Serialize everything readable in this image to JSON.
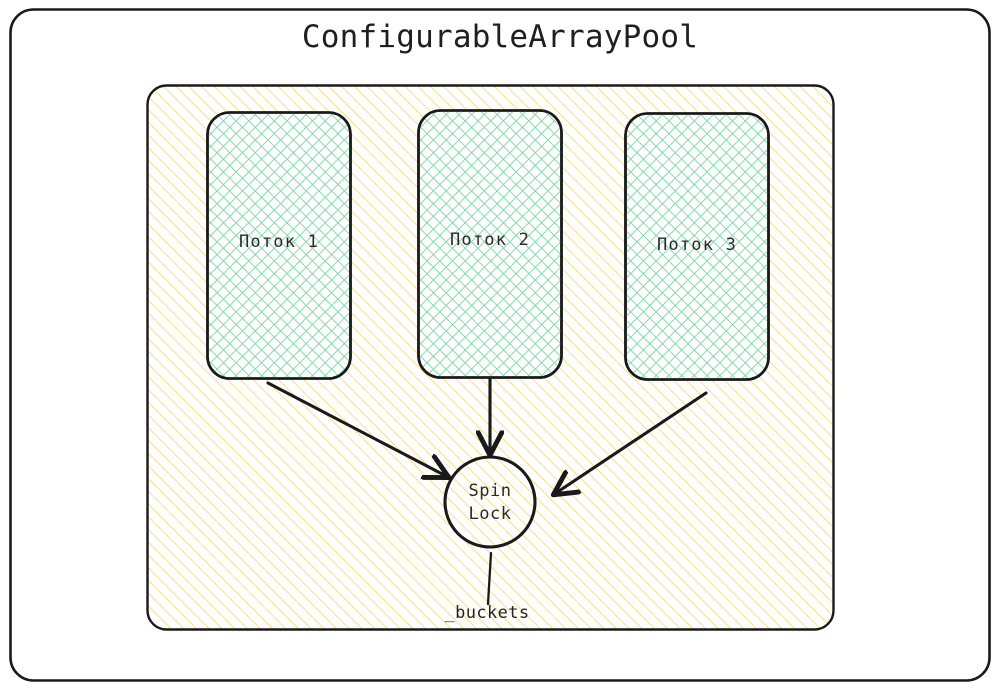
{
  "diagram": {
    "type": "concurrency-architecture-diagram",
    "title": "ConfigurableArrayPool",
    "outer_container": {
      "name": "ConfigurableArrayPool",
      "stroke_color": "#1a1a1a",
      "fill_color": "#ffffff"
    },
    "inner_container": {
      "name": "buckets-region",
      "fill_pattern": "diagonal-hatch",
      "hatch_color": "#f9d96a",
      "stroke_color": "#1a1a1a"
    },
    "threads": [
      {
        "label": "Поток 1",
        "fill_pattern": "cross-hatch",
        "hatch_color": "#7ad6a4"
      },
      {
        "label": "Поток 2",
        "fill_pattern": "cross-hatch",
        "hatch_color": "#7ad6a4"
      },
      {
        "label": "Поток 3",
        "fill_pattern": "cross-hatch",
        "hatch_color": "#7ad6a4"
      }
    ],
    "lock_node": {
      "line1": "Spin",
      "line2": "Lock",
      "shape": "circle",
      "stroke_color": "#1a1a1a"
    },
    "field_label": "_buckets",
    "arrows": [
      {
        "from": "Поток 1",
        "to": "Spin Lock",
        "direction": "down-right"
      },
      {
        "from": "Поток 2",
        "to": "Spin Lock",
        "direction": "down"
      },
      {
        "from": "Поток 3",
        "to": "Spin Lock",
        "direction": "down-left"
      }
    ],
    "connector": {
      "from": "Spin Lock",
      "to": "_buckets",
      "style": "plain-line"
    },
    "colors": {
      "stroke": "#1a1a1a",
      "yellow_hatch": "#f9d96a",
      "green_hatch": "#7ad6a4",
      "background": "#ffffff"
    }
  }
}
